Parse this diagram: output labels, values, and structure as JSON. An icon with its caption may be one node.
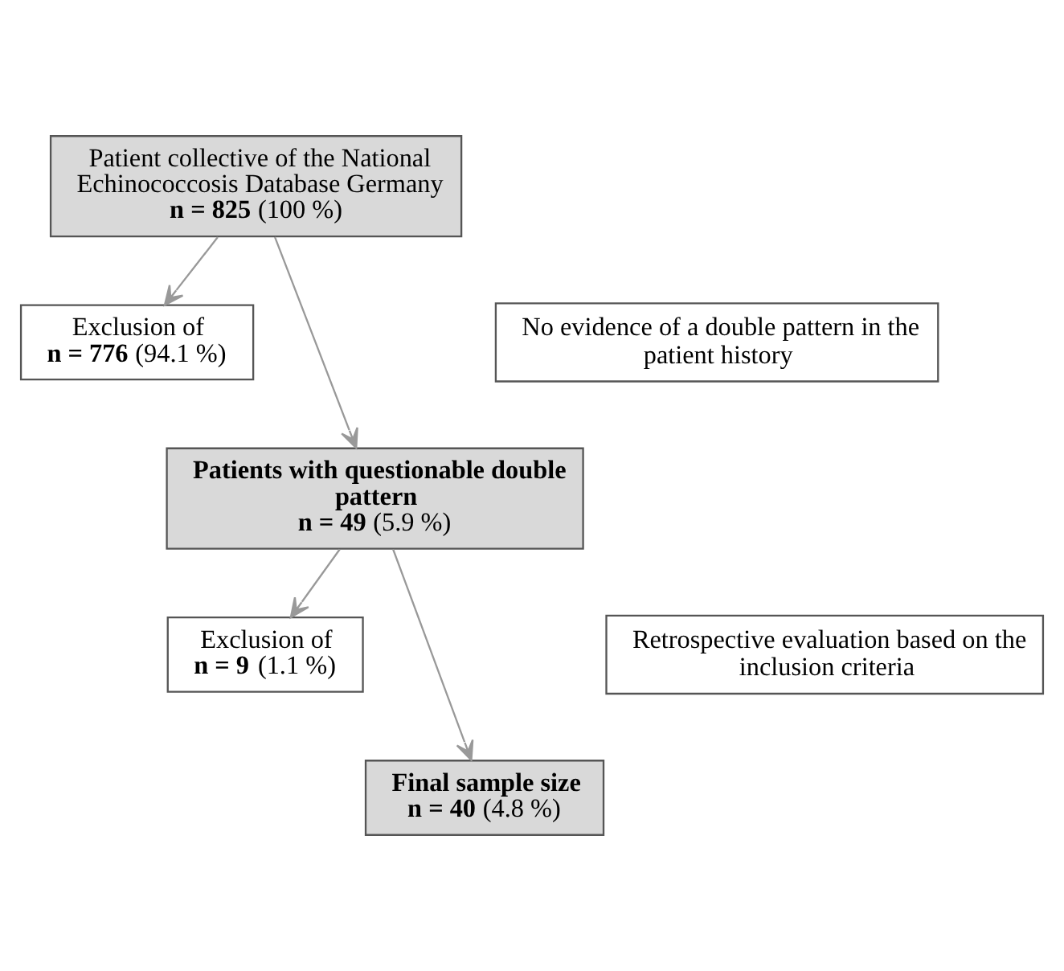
{
  "diagram": {
    "nodes": [
      {
        "text": [
          "Patient collective of the National Echinococcosis Database Germany",
          "**n = 825** (100 %)"
        ]
      },
      {
        "text": [
          "No evidence of a double pattern in the patient history"
        ]
      },
      {
        "text": [
          "Exclusion of",
          "**n = 776** (94.1 %)"
        ]
      },
      {
        "text": [
          "Patients with questionable double pattern",
          "**n = 49** (5.9 %)"
        ]
      },
      {
        "text": [
          "Retrospective evaluation based on the inclusion criteria"
        ]
      },
      {
        "text": [
          "Exclusion of",
          "**n = 9** (1.1 %)"
        ]
      },
      {
        "text": [
          "Final sample size",
          "**n = 40** (4.8 %)"
        ]
      }
    ],
    "edges": [
      {
        "from": 0,
        "to": 3,
        "arrow": "to"
      },
      {
        "from": 0,
        "to": 2,
        "arrow": "to"
      },
      {
        "from": 3,
        "to": 6,
        "arrow": "to"
      },
      {
        "from": 3,
        "to": 5,
        "arrow": "to"
      }
    ]
  }
}
